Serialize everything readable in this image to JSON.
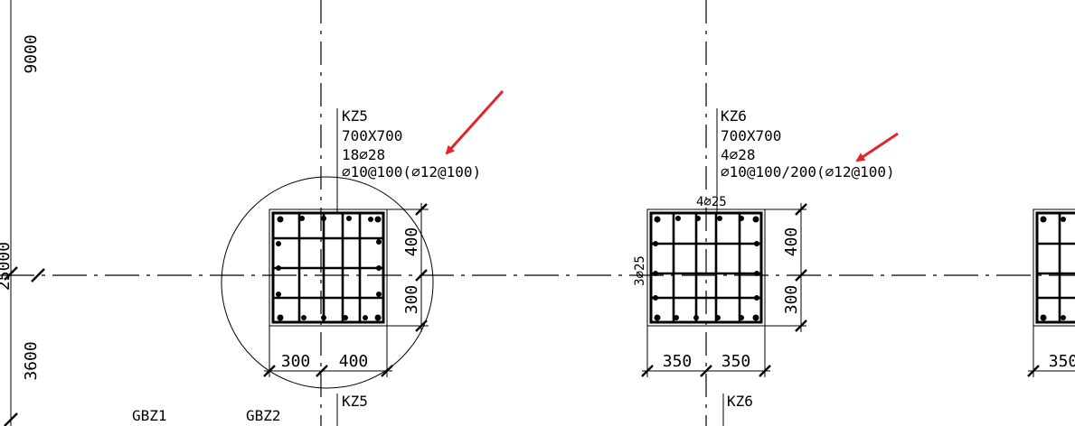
{
  "left_dims": {
    "top": "9000",
    "middle": "25000",
    "bottom": "3600"
  },
  "columns": [
    {
      "name": "KZ5",
      "size": "700X700",
      "bars": "18⌀28",
      "stirrups": "⌀10@100(⌀12@100)",
      "dims_right": [
        "400",
        "300"
      ],
      "dims_bottom": [
        "300",
        "400"
      ]
    },
    {
      "name": "KZ6",
      "size": "700X700",
      "bars": "4⌀28",
      "stirrups": "⌀10@100/200(⌀12@100)",
      "top_bars": "4⌀25",
      "side_bars": "3⌀25",
      "dims_right": [
        "400",
        "300"
      ],
      "dims_bottom": [
        "350",
        "350"
      ]
    },
    {
      "dims_bottom": [
        "350"
      ]
    }
  ],
  "bottom_labels": {
    "gbz1": "GBZ1",
    "gbz2": "GBZ2",
    "kz5": "KZ5",
    "kz6": "KZ6"
  },
  "annotation_color": "#e3242b"
}
